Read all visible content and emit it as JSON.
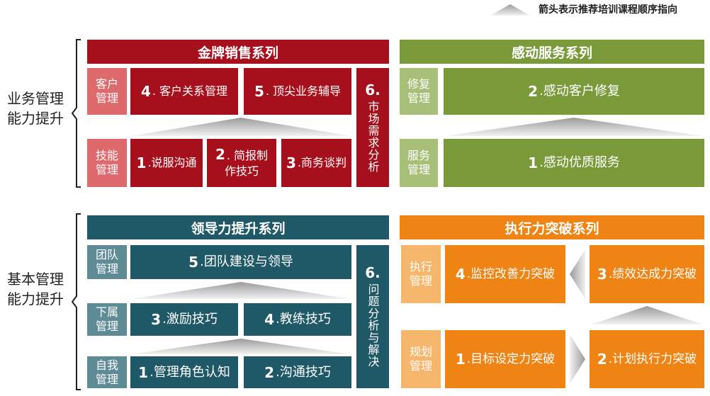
{
  "legend": {
    "text": "箭头表示推荐培训课程顺序指向"
  },
  "groups": [
    {
      "label": "业务管理能力提升"
    },
    {
      "label": "基本管理能力提升"
    }
  ],
  "gold": {
    "title": "金牌销售系列",
    "side_top": "客户管理",
    "side_bottom": "技能管理",
    "c4": {
      "num": "4",
      "text": ". 客户关系管理"
    },
    "c5": {
      "num": "5",
      "text": ". 顶尖业务辅导"
    },
    "c1": {
      "num": "1",
      "text": ".说服沟通"
    },
    "c2": {
      "num": "2",
      "text": ". 简报制作技巧"
    },
    "c3": {
      "num": "3",
      "text": ".商务谈判"
    },
    "c6": {
      "num": "6.",
      "text": "市场需求分析"
    }
  },
  "touch": {
    "title": "感动服务系列",
    "side_top": "修复管理",
    "side_bottom": "服务管理",
    "c2": {
      "num": "2",
      "text": ".感动客户修复"
    },
    "c1": {
      "num": "1",
      "text": ".感动优质服务"
    }
  },
  "lead": {
    "title": "领导力提升系列",
    "side_team": "团队管理",
    "side_sub": "下属管理",
    "side_self": "自我管理",
    "c5": {
      "num": "5",
      "text": ".团队建设与领导"
    },
    "c3": {
      "num": "3",
      "text": ".激励技巧"
    },
    "c4": {
      "num": "4",
      "text": ".教练技巧"
    },
    "c1": {
      "num": "1",
      "text": ".管理角色认知"
    },
    "c2": {
      "num": "2",
      "text": ".沟通技巧"
    },
    "c6": {
      "num": "6.",
      "text": "问题分析与解决"
    }
  },
  "exec": {
    "title": "执行力突破系列",
    "side_top": "执行管理",
    "side_bottom": "规划管理",
    "c4": {
      "num": "4",
      "text": ".监控改善力突破"
    },
    "c3": {
      "num": "3",
      "text": ".绩效达成力突破"
    },
    "c1": {
      "num": "1",
      "text": ".目标设定力突破"
    },
    "c2": {
      "num": "2",
      "text": ".计划执行力突破"
    }
  },
  "colors": {
    "gold_dark": "#a6101c",
    "gold_light": "#df6a6e",
    "touch_dark": "#7a9a3a",
    "touch_light": "#a8bf78",
    "lead_dark": "#1f5866",
    "lead_light": "#5e8b95",
    "exec_dark": "#ef8414",
    "exec_light": "#f6b66c"
  }
}
